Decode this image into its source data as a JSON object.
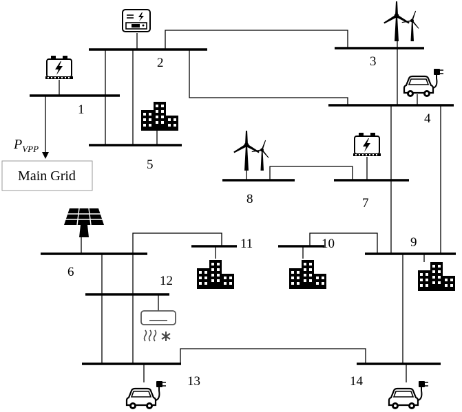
{
  "diagram": {
    "bus_labels": {
      "b1": "1",
      "b2": "2",
      "b3": "3",
      "b4": "4",
      "b5": "5",
      "b6": "6",
      "b7": "7",
      "b8": "8",
      "b9": "9",
      "b10": "10",
      "b11": "11",
      "b12": "12",
      "b13": "13",
      "b14": "14"
    },
    "main_grid": {
      "label": "Main Grid",
      "power_symbol": "P",
      "power_subscript": "VPP"
    },
    "icons": [
      "battery-icon",
      "diesel-generator-icon",
      "wind-turbine-icon",
      "electric-vehicle-icon",
      "building-icon",
      "solar-panel-icon",
      "air-conditioner-icon"
    ]
  }
}
